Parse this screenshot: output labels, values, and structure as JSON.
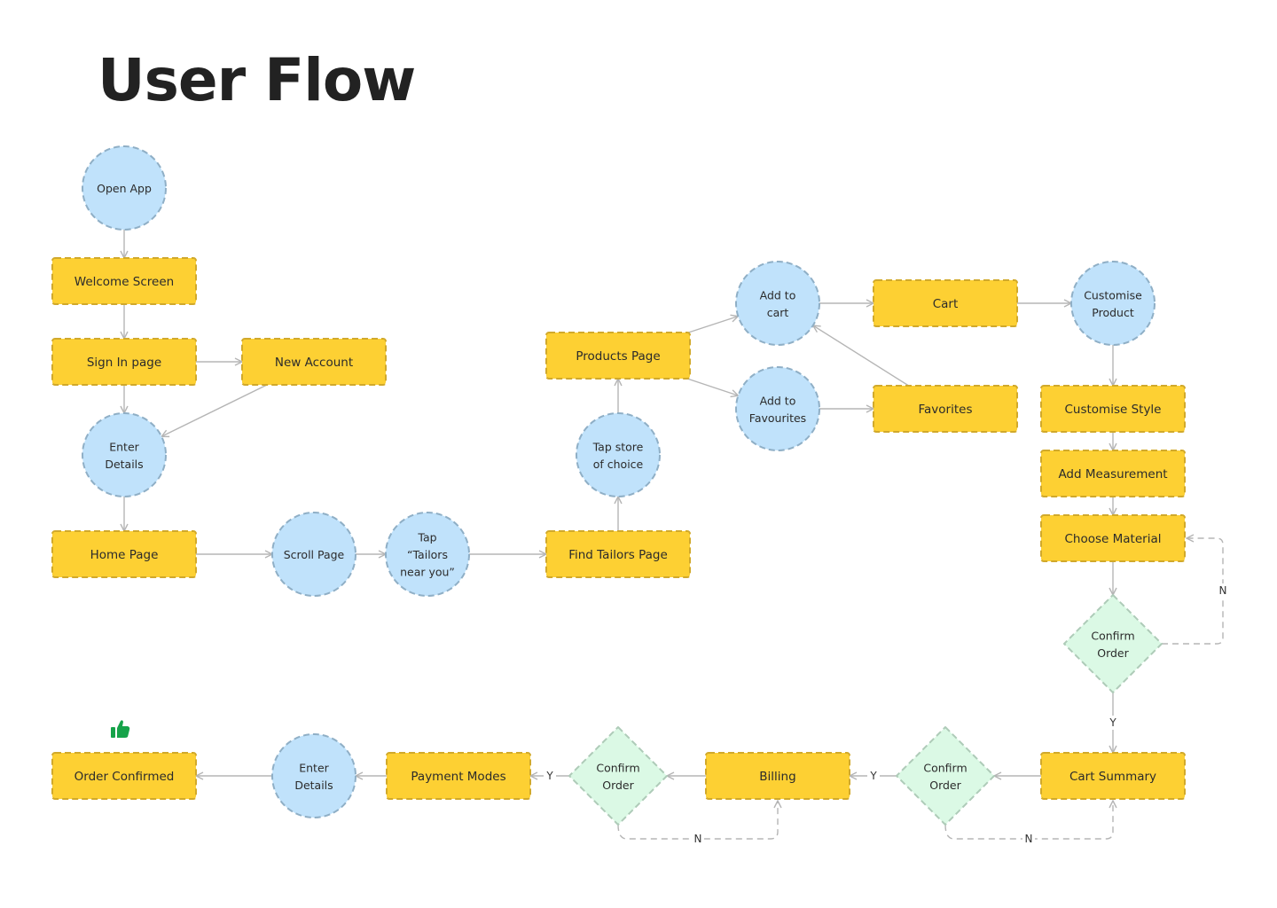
{
  "title": "User Flow",
  "colors": {
    "process_fill": "#FDD033",
    "process_stroke": "#D1A92B",
    "circle_fill": "#C0E2FB",
    "circle_stroke": "#8FAFC6",
    "decision_fill": "#DBF9E5",
    "decision_stroke": "#AECBB8",
    "edge": "#B5B5B5",
    "success_icon": "#16A34A"
  },
  "nodes": [
    {
      "id": "open-app",
      "type": "circle",
      "lines": [
        "Open App"
      ]
    },
    {
      "id": "welcome-screen",
      "type": "process",
      "lines": [
        "Welcome Screen"
      ]
    },
    {
      "id": "sign-in-page",
      "type": "process",
      "lines": [
        "Sign In page"
      ]
    },
    {
      "id": "new-account",
      "type": "process",
      "lines": [
        "New Account"
      ]
    },
    {
      "id": "enter-details-1",
      "type": "circle",
      "lines": [
        "Enter",
        "Details"
      ]
    },
    {
      "id": "home-page",
      "type": "process",
      "lines": [
        "Home Page"
      ]
    },
    {
      "id": "scroll-page",
      "type": "circle",
      "lines": [
        "Scroll Page"
      ]
    },
    {
      "id": "tap-tailors",
      "type": "circle",
      "lines": [
        "Tap",
        "“Tailors",
        "near you”"
      ]
    },
    {
      "id": "find-tailors-page",
      "type": "process",
      "lines": [
        "Find Tailors Page"
      ]
    },
    {
      "id": "tap-store",
      "type": "circle",
      "lines": [
        "Tap store",
        "of choice"
      ]
    },
    {
      "id": "products-page",
      "type": "process",
      "lines": [
        "Products Page"
      ]
    },
    {
      "id": "add-to-cart",
      "type": "circle",
      "lines": [
        "Add to",
        "cart"
      ]
    },
    {
      "id": "add-to-favourites",
      "type": "circle",
      "lines": [
        "Add to",
        "Favourites"
      ]
    },
    {
      "id": "cart",
      "type": "process",
      "lines": [
        "Cart"
      ]
    },
    {
      "id": "favorites",
      "type": "process",
      "lines": [
        "Favorites"
      ]
    },
    {
      "id": "customise-product",
      "type": "circle",
      "lines": [
        "Customise",
        "Product"
      ]
    },
    {
      "id": "customise-style",
      "type": "process",
      "lines": [
        "Customise Style"
      ]
    },
    {
      "id": "add-measurement",
      "type": "process",
      "lines": [
        "Add Measurement"
      ]
    },
    {
      "id": "choose-material",
      "type": "process",
      "lines": [
        "Choose Material"
      ]
    },
    {
      "id": "confirm-order-1",
      "type": "decision",
      "lines": [
        "Confirm",
        "Order"
      ]
    },
    {
      "id": "cart-summary",
      "type": "process",
      "lines": [
        "Cart Summary"
      ]
    },
    {
      "id": "confirm-order-2",
      "type": "decision",
      "lines": [
        "Confirm",
        "Order"
      ]
    },
    {
      "id": "billing",
      "type": "process",
      "lines": [
        "Billing"
      ]
    },
    {
      "id": "confirm-order-3",
      "type": "decision",
      "lines": [
        "Confirm",
        "Order"
      ]
    },
    {
      "id": "payment-modes",
      "type": "process",
      "lines": [
        "Payment Modes"
      ]
    },
    {
      "id": "enter-details-2",
      "type": "circle",
      "lines": [
        "Enter",
        "Details"
      ]
    },
    {
      "id": "order-confirmed",
      "type": "process",
      "lines": [
        "Order Confirmed"
      ],
      "icon": "thumbs-up-icon"
    }
  ],
  "edges": [
    {
      "from": "open-app",
      "to": "welcome-screen"
    },
    {
      "from": "welcome-screen",
      "to": "sign-in-page"
    },
    {
      "from": "sign-in-page",
      "to": "new-account"
    },
    {
      "from": "sign-in-page",
      "to": "enter-details-1"
    },
    {
      "from": "new-account",
      "to": "enter-details-1"
    },
    {
      "from": "enter-details-1",
      "to": "home-page"
    },
    {
      "from": "home-page",
      "to": "scroll-page"
    },
    {
      "from": "scroll-page",
      "to": "tap-tailors"
    },
    {
      "from": "tap-tailors",
      "to": "find-tailors-page"
    },
    {
      "from": "find-tailors-page",
      "to": "tap-store"
    },
    {
      "from": "tap-store",
      "to": "products-page"
    },
    {
      "from": "products-page",
      "to": "add-to-cart"
    },
    {
      "from": "products-page",
      "to": "add-to-favourites"
    },
    {
      "from": "add-to-cart",
      "to": "cart"
    },
    {
      "from": "add-to-favourites",
      "to": "favorites"
    },
    {
      "from": "favorites",
      "to": "add-to-cart"
    },
    {
      "from": "cart",
      "to": "customise-product"
    },
    {
      "from": "customise-product",
      "to": "customise-style"
    },
    {
      "from": "customise-style",
      "to": "add-measurement"
    },
    {
      "from": "add-measurement",
      "to": "choose-material"
    },
    {
      "from": "choose-material",
      "to": "confirm-order-1"
    },
    {
      "from": "confirm-order-1",
      "to": "cart-summary",
      "label": "Y"
    },
    {
      "from": "confirm-order-1",
      "to": "choose-material",
      "label": "N",
      "dashed": true
    },
    {
      "from": "cart-summary",
      "to": "confirm-order-2"
    },
    {
      "from": "confirm-order-2",
      "to": "billing",
      "label": "Y"
    },
    {
      "from": "confirm-order-2",
      "to": "cart-summary",
      "label": "N",
      "dashed": true
    },
    {
      "from": "billing",
      "to": "confirm-order-3"
    },
    {
      "from": "confirm-order-3",
      "to": "payment-modes",
      "label": "Y"
    },
    {
      "from": "confirm-order-3",
      "to": "billing",
      "label": "N",
      "dashed": true
    },
    {
      "from": "payment-modes",
      "to": "enter-details-2"
    },
    {
      "from": "enter-details-2",
      "to": "order-confirmed"
    }
  ]
}
